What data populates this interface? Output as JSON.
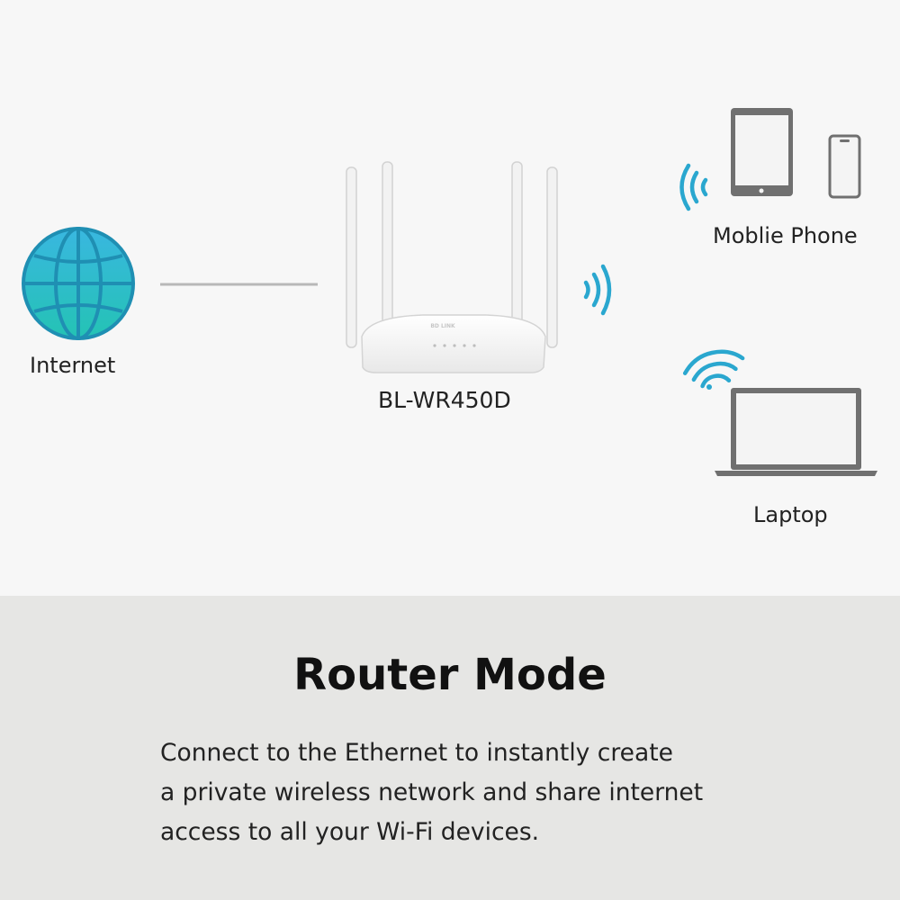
{
  "diagram": {
    "internet_label": "Internet",
    "router_label": "BL-WR450D",
    "router_brand": "BD LINK",
    "phone_label": "Moblie Phone",
    "laptop_label": "Laptop"
  },
  "caption": {
    "title": "Router Mode",
    "lines": [
      "Connect to the Ethernet to instantly create",
      "a private wireless network and share internet",
      "access to all your Wi-Fi devices."
    ]
  },
  "colors": {
    "accent": "#2aa7cf",
    "device_gray": "#707070",
    "top_background": "#f7f7f7",
    "bottom_background": "#e6e6e4"
  },
  "icons": {
    "internet": "globe-icon",
    "router": "router-icon",
    "tablet": "tablet-icon",
    "phone": "smartphone-icon",
    "laptop": "laptop-icon",
    "wifi": "wifi-signal-icon"
  }
}
